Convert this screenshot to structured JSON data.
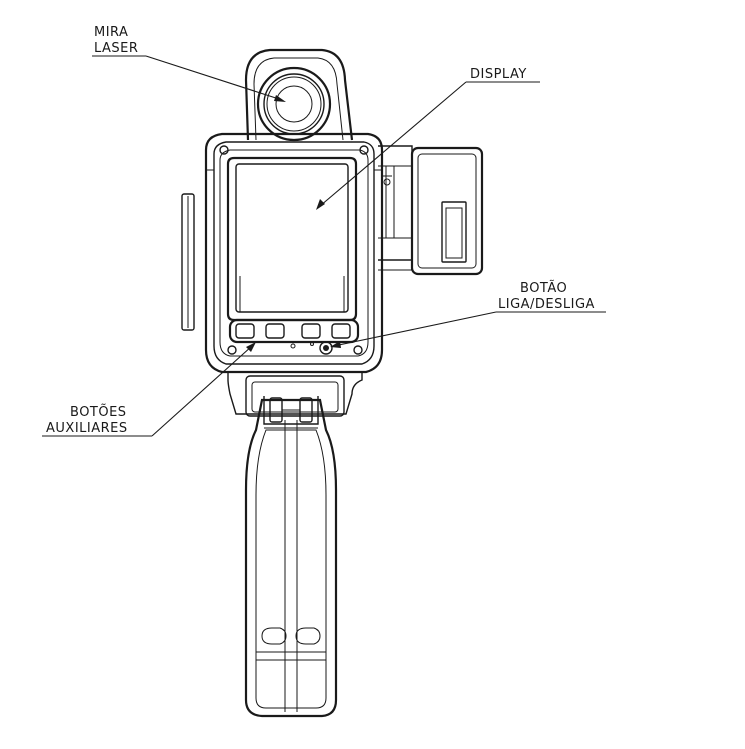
{
  "labels": {
    "mira_line1": "MIRA",
    "mira_line2": "LASER",
    "display": "DISPLAY",
    "botao_line1": "BOTÃO",
    "botao_line2": "LIGA/DESLIGA",
    "botoes_line1": "BOTÕES",
    "botoes_line2": "AUXILIARES"
  }
}
